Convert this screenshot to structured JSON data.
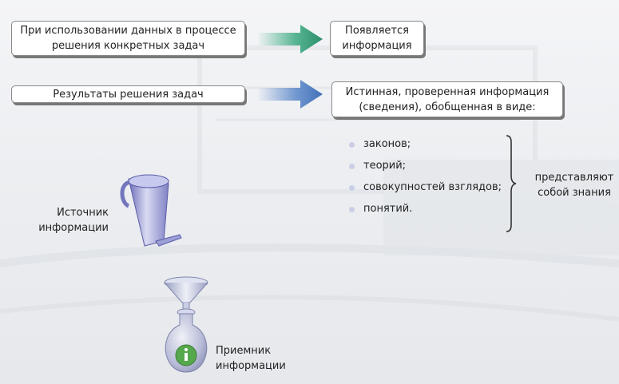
{
  "row1": {
    "left_lines": [
      "При использовании данных в процессе",
      "решения конкретных задач"
    ],
    "right_lines": [
      "Появляется",
      "информация"
    ],
    "arrow_color": "#3aa880"
  },
  "row2": {
    "left_text": "Результаты решения задач",
    "right_lines": [
      "Истинная, проверенная информация",
      "(сведения), обобщенная в виде:"
    ],
    "arrow_color": "#5a86c8"
  },
  "list_items": [
    "законов;",
    "теорий;",
    "совокупностей взглядов;",
    "понятий."
  ],
  "knowledge_lines": [
    "представляют",
    "собой знания"
  ],
  "source_lines": [
    "Источник",
    "информации"
  ],
  "receiver_lines": [
    "Приемник",
    "информации"
  ]
}
